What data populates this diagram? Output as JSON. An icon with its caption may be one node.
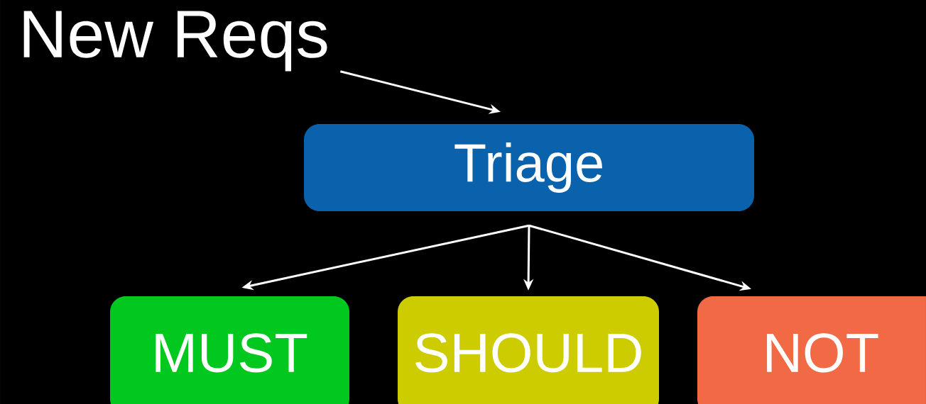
{
  "diagram": {
    "nodes": [
      {
        "text": [
          "New Reqs"
        ]
      },
      {
        "text": [
          "Triage"
        ]
      },
      {
        "text": [
          "MUST"
        ]
      },
      {
        "text": [
          "SHOULD"
        ]
      },
      {
        "text": [
          "NOT"
        ]
      }
    ],
    "edges": [
      {
        "from": 0,
        "to": 1,
        "arrow": "to"
      },
      {
        "from": 1,
        "to": 2,
        "arrow": "to"
      },
      {
        "from": 1,
        "to": 3,
        "arrow": "to"
      },
      {
        "from": 1,
        "to": 4,
        "arrow": "to"
      }
    ]
  }
}
